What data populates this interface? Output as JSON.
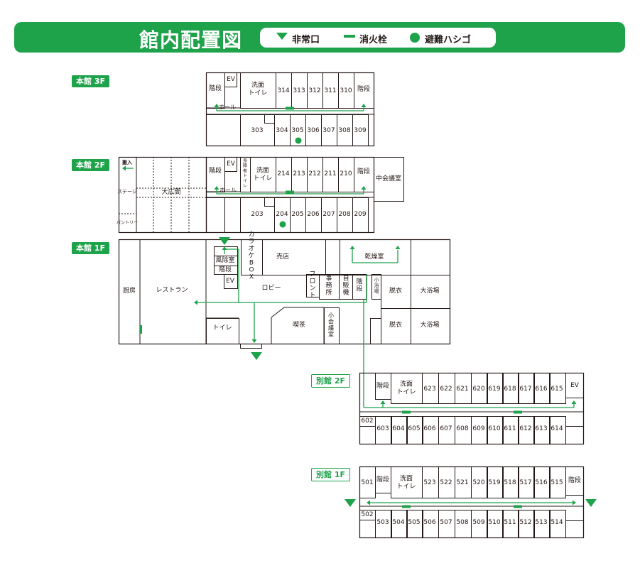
{
  "header": {
    "title": "館内配置図",
    "legend": [
      {
        "symbol": "triangle",
        "label": "非常口"
      },
      {
        "symbol": "bar",
        "label": "消火栓"
      },
      {
        "symbol": "circle",
        "label": "避難ハシゴ"
      }
    ]
  },
  "colors": {
    "green": "#1ea24a",
    "line": "#231815"
  },
  "floors": {
    "main3f": {
      "label": "本館 3F",
      "rooms_top": [
        "314",
        "313",
        "312",
        "311",
        "310"
      ],
      "rooms_bottom": [
        "303",
        "304",
        "305",
        "306",
        "307",
        "308",
        "309"
      ],
      "stairs_left": "階段",
      "ev": "EV",
      "washroom": "洗面\nトイレ",
      "stairs_right": "階段",
      "hall": "ホール"
    },
    "main2f": {
      "label": "本館 2F",
      "rooms_top": [
        "214",
        "213",
        "212",
        "211",
        "210"
      ],
      "rooms_bottom": [
        "203",
        "204",
        "205",
        "206",
        "207",
        "208",
        "209"
      ],
      "stairs_left": "階段",
      "ev": "EV",
      "accessible_toilet": "身障者トイレ",
      "washroom": "洗面\nトイレ",
      "stairs_right": "階段",
      "hall": "ホール",
      "meeting_room": "中会議室",
      "entrance": "搬入",
      "stage": "ステージ",
      "banquet_hall": "大広間",
      "pantry": "パントリー"
    },
    "main1f": {
      "label": "本館 1F",
      "kitchen": "厨房",
      "restaurant": "レストラン",
      "vestibule": "風除室",
      "stairs": "階段",
      "ev": "EV",
      "toilet": "トイレ",
      "karaoke": "カラオケBOX",
      "shop": "売店",
      "lobby": "ロビー",
      "front": "フロント",
      "office": "事務所",
      "vending": "自販機",
      "stairs2": "階段",
      "small_bath": "小浴場",
      "drying_room": "乾燥室",
      "dressing1": "脱衣",
      "dressing2": "脱衣",
      "bath1": "大浴場",
      "bath2": "大浴場",
      "tea": "喫茶",
      "small_meeting": "小会議室"
    },
    "annex2f": {
      "label": "別館 2F",
      "stairs": "階段",
      "washroom": "洗面\nトイレ",
      "ev": "EV",
      "rooms_top": [
        "623",
        "622",
        "621",
        "620",
        "619",
        "618",
        "617",
        "616",
        "615"
      ],
      "rooms_bottom": [
        "602",
        "603",
        "604",
        "605",
        "606",
        "607",
        "608",
        "609",
        "610",
        "611",
        "612",
        "613",
        "614"
      ]
    },
    "annex1f": {
      "label": "別館 1F",
      "room_501": "501",
      "stairs": "階段",
      "washroom": "洗面\nトイレ",
      "rooms_top": [
        "523",
        "522",
        "521",
        "520",
        "519",
        "518",
        "517",
        "516",
        "515"
      ],
      "stairs_right": "階段",
      "rooms_bottom": [
        "502",
        "503",
        "504",
        "505",
        "506",
        "507",
        "508",
        "509",
        "510",
        "511",
        "512",
        "513",
        "514"
      ]
    }
  }
}
